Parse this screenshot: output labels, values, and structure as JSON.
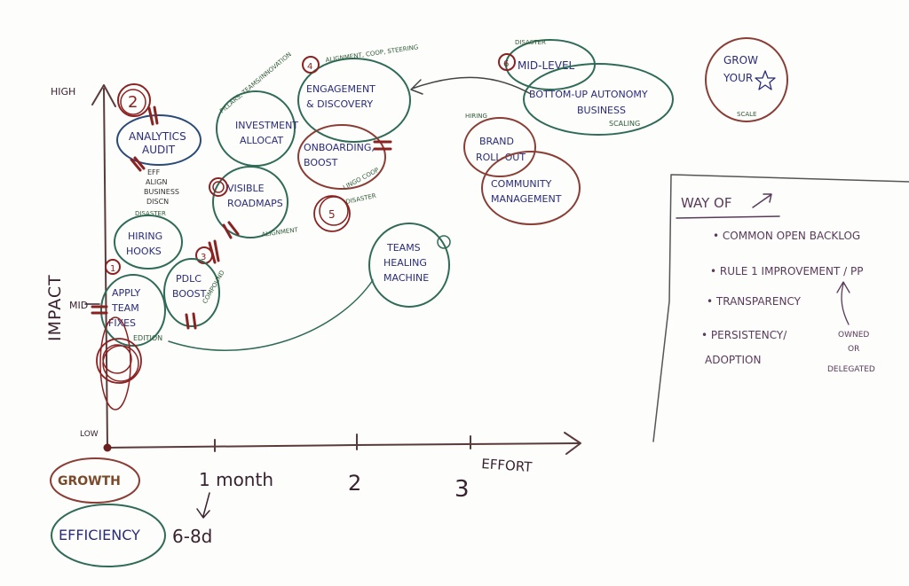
{
  "axes": {
    "y_label": "IMPACT",
    "x_label": "EFFORT",
    "y_high": "HIGH",
    "y_mid": "MID",
    "y_low": "LOW",
    "x_ticks": [
      "1 month",
      "2",
      "3"
    ],
    "month_note": "6-8d"
  },
  "legend": {
    "growth": "GROWTH",
    "efficiency": "EFFICIENCY"
  },
  "nodes": {
    "analytics": {
      "num": "2",
      "l1": "ANALYTICS",
      "l2": "AUDIT"
    },
    "eff_align": {
      "l1": "EFF",
      "l2": "ALIGN",
      "l3": "BUSINESS",
      "l4": "DISCN"
    },
    "disaster_a": "DISASTER",
    "hiring": {
      "l1": "HIRING",
      "l2": "HOOKS"
    },
    "apply": {
      "num": "1",
      "l1": "APPLY",
      "l2": "TEAM",
      "l3": "FIXES"
    },
    "edition": "EDITION",
    "pdlc": {
      "num": "3",
      "l1": "PDLC",
      "l2": "BOOST",
      "tag": "COMPOUND"
    },
    "invest": {
      "l1": "INVESTMENT",
      "l2": "ALLOCAT"
    },
    "pillar": "PILLARS, TEAMS/INNOVATION",
    "visible": {
      "l1": "VISIBLE",
      "l2": "ROADMAPS",
      "tag": "ALIGNMENT"
    },
    "engage": {
      "num": "4",
      "l1": "ENGAGEMENT",
      "l2": "& DISCOVERY",
      "tag": "ALIGNMENT, COOP, STEERING"
    },
    "onboard": {
      "num": "5",
      "l1": "ONBOARDING,",
      "l2": "BOOST",
      "tag": "LINGO COOP",
      "tag2": "DISASTER"
    },
    "teams": {
      "l1": "TEAMS",
      "l2": "HEALING",
      "l3": "MACHINE"
    },
    "mid": {
      "num": "6",
      "l1": "MID-LEVEL",
      "tag": "DISASTER"
    },
    "bottom": {
      "l1": "BOTTOM-UP AUTONOMY",
      "l2": "BUSINESS",
      "l3": "SCALING"
    },
    "brand": {
      "l1": "BRAND",
      "l2": "ROLL-OUT",
      "tag": "HIRING"
    },
    "community": {
      "l1": "COMMUNITY",
      "l2": "MANAGEMENT"
    },
    "grow": {
      "l1": "GROW",
      "l2": "YOUR",
      "tag": "SCALE"
    }
  },
  "way_panel": {
    "title": "WAY OF",
    "items": [
      "• COMMON OPEN BACKLOG",
      "• RULE 1 IMPROVEMENT / PP",
      "• TRANSPARENCY",
      "• PERSISTENCY/",
      "ADOPTION"
    ],
    "note1": "OWNED",
    "note2": "OR",
    "note3": "DELEGATED"
  },
  "colors": {
    "growth": "#8a3d35",
    "efficiency": "#2f6b57",
    "ink_blue": "#2a2c7a",
    "ink_green": "#2f5a36",
    "ink_red": "#8b2222",
    "ink_purple": "#5a3a5a"
  }
}
